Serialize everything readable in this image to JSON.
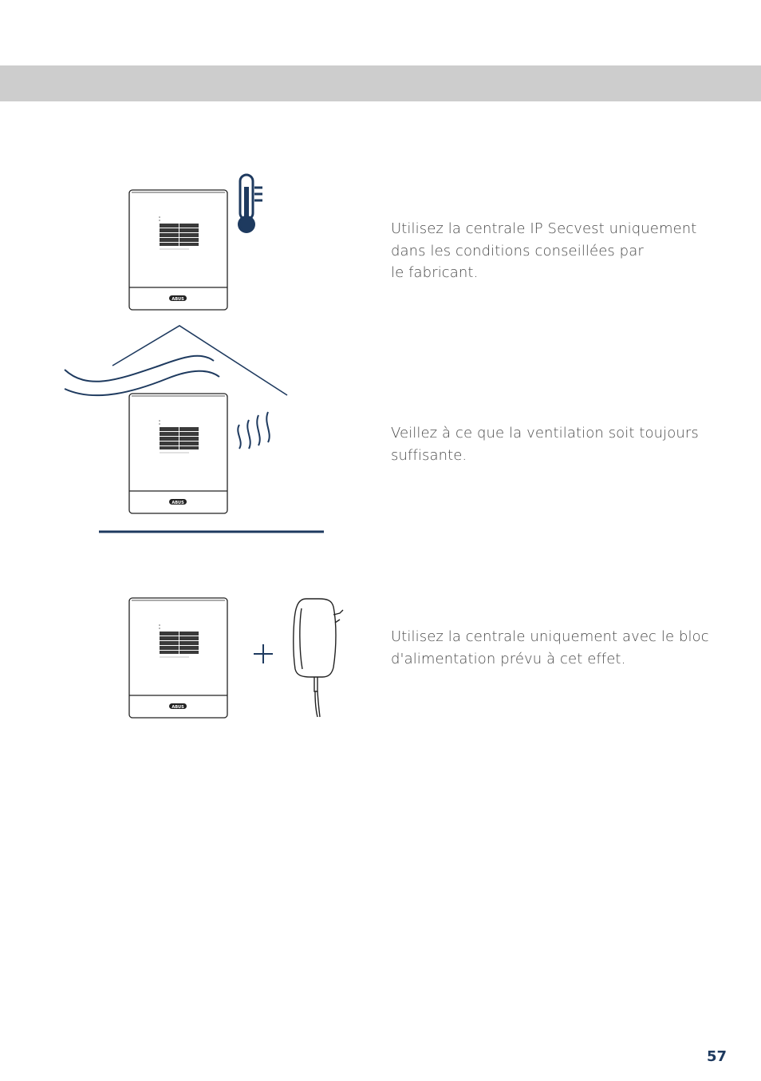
{
  "header": {
    "band_color": "#cdcdcd"
  },
  "instructions": [
    {
      "text": "Utilisez la centrale IP Secvest uniquement\ndans les conditions conseillées par\nle fabricant.",
      "icon": "thermometer-icon"
    },
    {
      "text": "Veillez à ce que la ventilation soit toujours\nsuffisante.",
      "icon": "ventilation-icon"
    },
    {
      "text": "Utilisez la centrale uniquement avec le bloc\nd'alimentation prévu à cet effet.",
      "icon": "power-adapter-icon"
    }
  ],
  "device_logo": "ABUS",
  "page_number": "57",
  "colors": {
    "accent": "#1e3a5f",
    "text": "#4a4a4a",
    "line": "#222222"
  }
}
